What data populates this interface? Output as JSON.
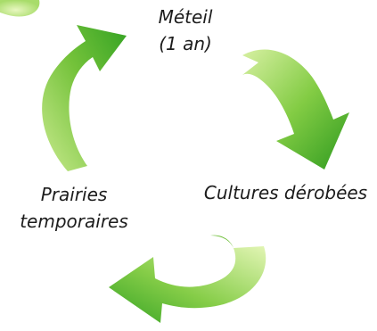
{
  "diagram": {
    "nodes": [
      {
        "id": "meteil",
        "lines": [
          "Méteil",
          "(1 an)"
        ]
      },
      {
        "id": "cultures",
        "lines": [
          "Cultures dérobées"
        ]
      },
      {
        "id": "prairies",
        "lines": [
          "Prairies",
          "temporaires"
        ]
      }
    ],
    "cycle": [
      "meteil",
      "cultures",
      "prairies"
    ],
    "arrow_colors": {
      "light": "#d8f0a0",
      "mid": "#7cc83c",
      "dark": "#2f9a1e"
    }
  }
}
